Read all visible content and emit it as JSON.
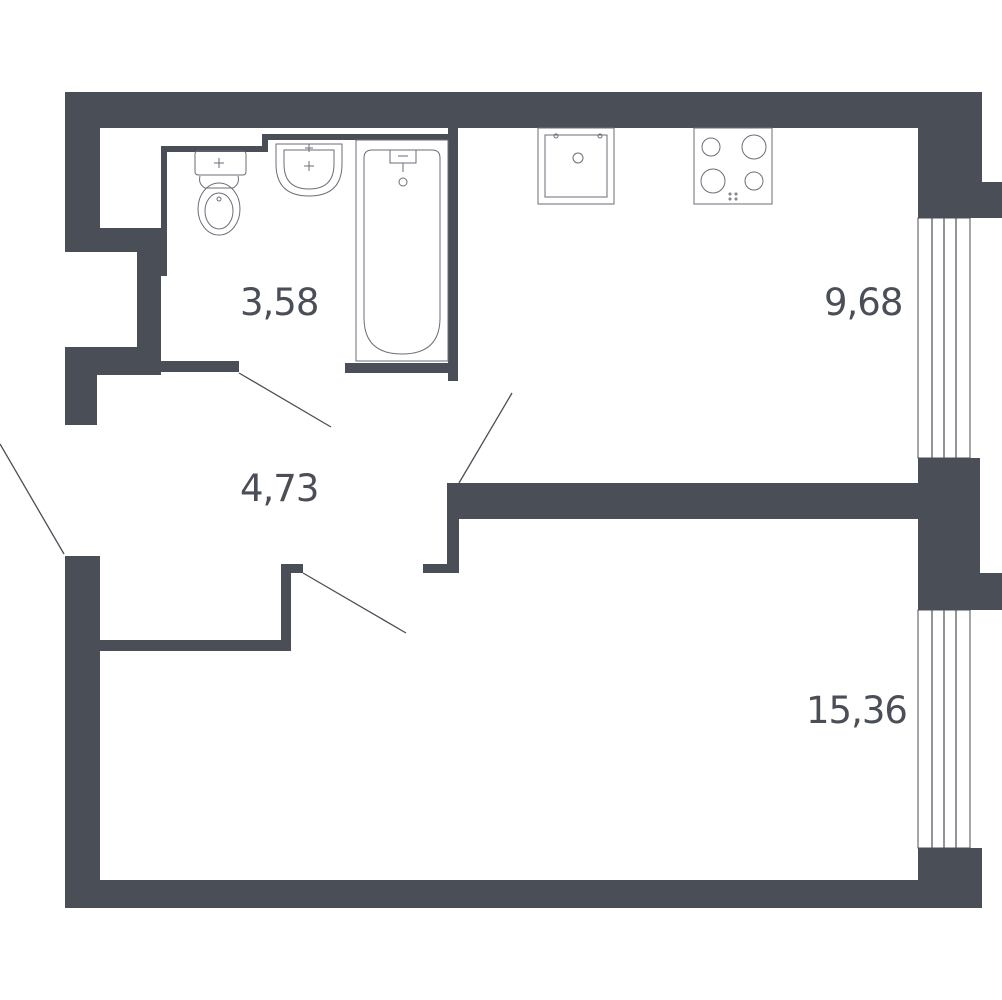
{
  "rooms": {
    "bathroom": {
      "area": "3,58"
    },
    "kitchen": {
      "area": "9,68"
    },
    "hallway": {
      "area": "4,73"
    },
    "living": {
      "area": "15,36"
    }
  },
  "colors": {
    "wall": "#4a4e57",
    "background": "#ffffff"
  },
  "icons": {
    "toilet": "toilet-icon",
    "sink": "sink-icon",
    "bathtub": "bathtub-icon",
    "kitchen_sink": "kitchen-sink-icon",
    "stove": "stove-icon"
  }
}
